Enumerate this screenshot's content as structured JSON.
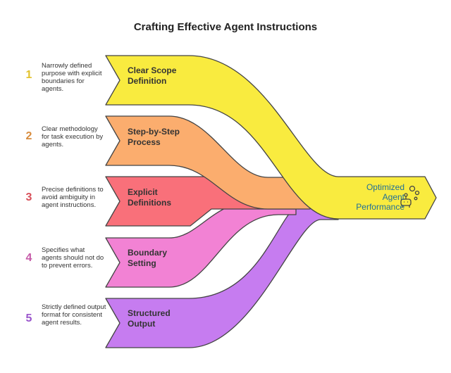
{
  "title": "Crafting Effective Agent Instructions",
  "steps": [
    {
      "number": "1",
      "label": "Clear Scope\nDefinition",
      "description": "Narrowly defined purpose with explicit boundaries for agents.",
      "fill": "#f9eb3f",
      "number_color": "#e3c22c"
    },
    {
      "number": "2",
      "label": "Step-by-Step\nProcess",
      "description": "Clear methodology for task execution by agents.",
      "fill": "#fbad6e",
      "number_color": "#d88c3e"
    },
    {
      "number": "3",
      "label": "Explicit\nDefinitions",
      "description": "Precise definitions to avoid ambiguity in agent instructions.",
      "fill": "#f9707a",
      "number_color": "#d8505a"
    },
    {
      "number": "4",
      "label": "Boundary\nSetting",
      "description": "Specifies what agents should not do to prevent errors.",
      "fill": "#f282d4",
      "number_color": "#c65aa8"
    },
    {
      "number": "5",
      "label": "Structured\nOutput",
      "description": "Strictly defined output format for consistent agent results.",
      "fill": "#c67cf0",
      "number_color": "#9a55cc"
    }
  ],
  "goal": {
    "label": "Optimized\nAgent\nPerformance",
    "fill": "#f9eb3f",
    "icon": "robot-with-bubbles-icon"
  }
}
